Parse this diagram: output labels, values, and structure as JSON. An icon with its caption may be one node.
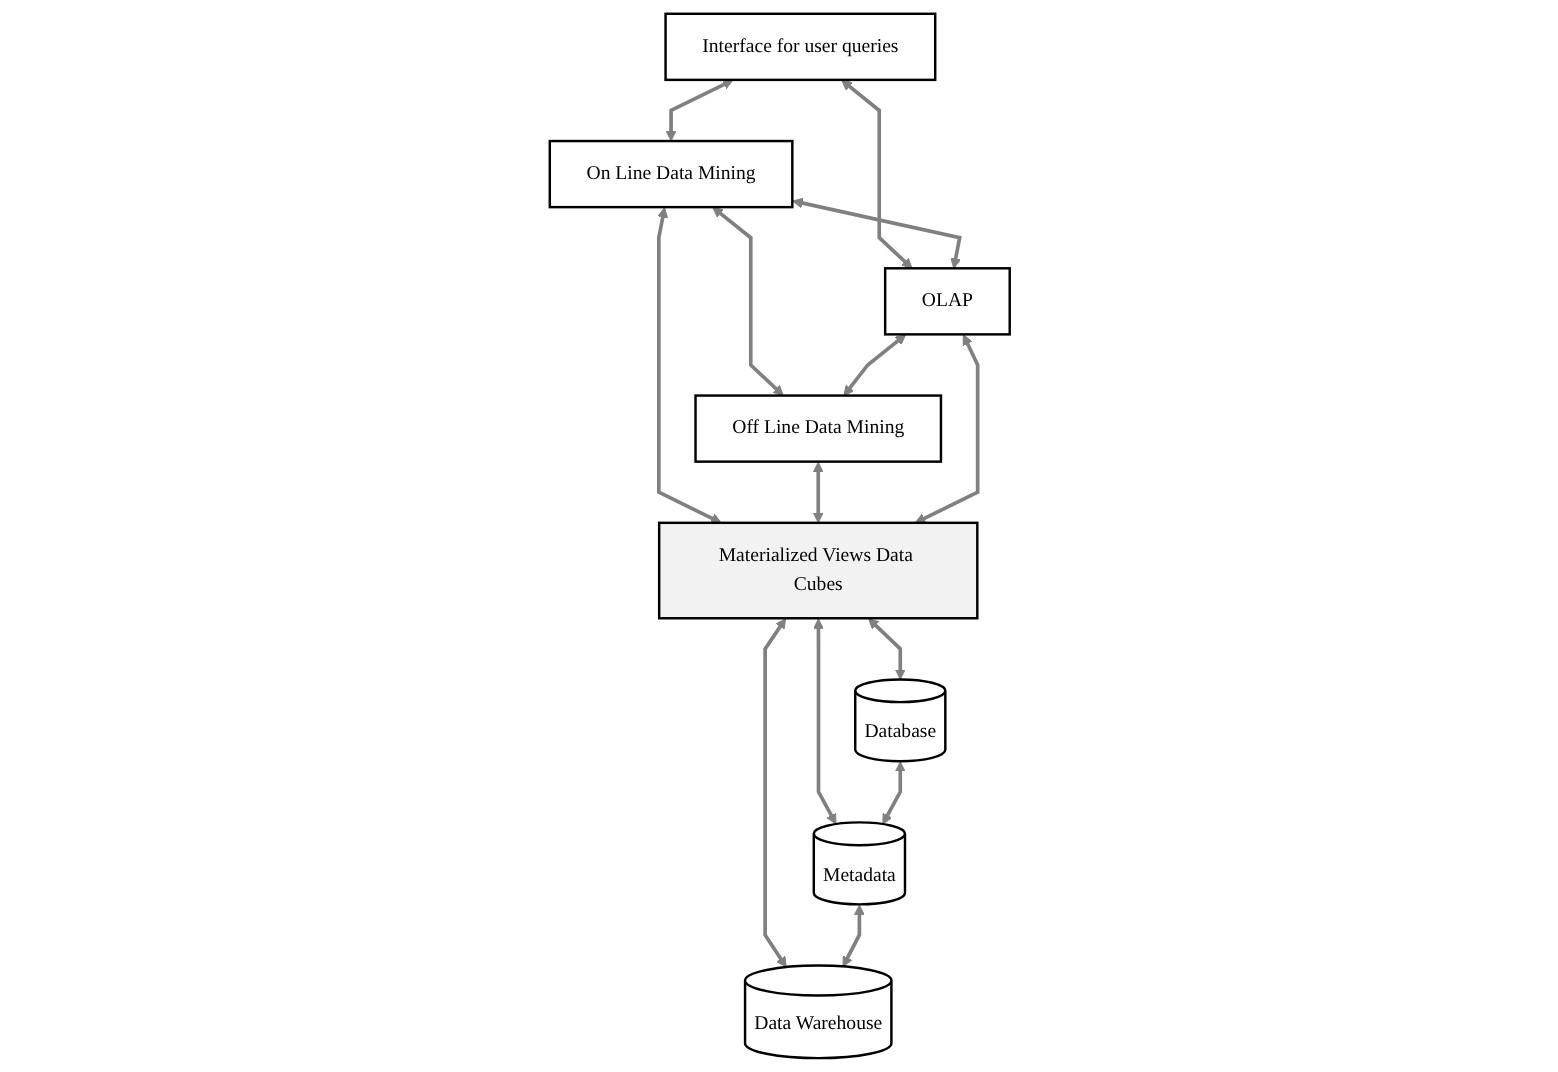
{
  "diagram": {
    "nodes": [
      {
        "text": [
          "Interface for user queries"
        ]
      },
      {
        "text": [
          "On Line Data Mining"
        ]
      },
      {
        "text": [
          "OLAP"
        ]
      },
      {
        "text": [
          "Off Line Data Mining"
        ]
      },
      {
        "text": [
          "Materialized Views Data Cubes"
        ]
      },
      {
        "text": [
          "Database"
        ]
      },
      {
        "text": [
          "Metadata"
        ]
      },
      {
        "text": [
          "Data Warehouse"
        ]
      }
    ],
    "edges": [
      {
        "from": 0,
        "to": 1,
        "arrow": "both"
      },
      {
        "from": 0,
        "to": 2,
        "arrow": "both"
      },
      {
        "from": 1,
        "to": 2,
        "arrow": "both"
      },
      {
        "from": 1,
        "to": 3,
        "arrow": "both"
      },
      {
        "from": 2,
        "to": 3,
        "arrow": "both"
      },
      {
        "from": 1,
        "to": 4,
        "arrow": "both"
      },
      {
        "from": 3,
        "to": 4,
        "arrow": "both"
      },
      {
        "from": 2,
        "to": 4,
        "arrow": "both"
      },
      {
        "from": 4,
        "to": 5,
        "arrow": "both"
      },
      {
        "from": 4,
        "to": 6,
        "arrow": "both"
      },
      {
        "from": 4,
        "to": 7,
        "arrow": "both"
      },
      {
        "from": 5,
        "to": 6,
        "arrow": "both"
      },
      {
        "from": 6,
        "to": 7,
        "arrow": "both"
      }
    ]
  }
}
